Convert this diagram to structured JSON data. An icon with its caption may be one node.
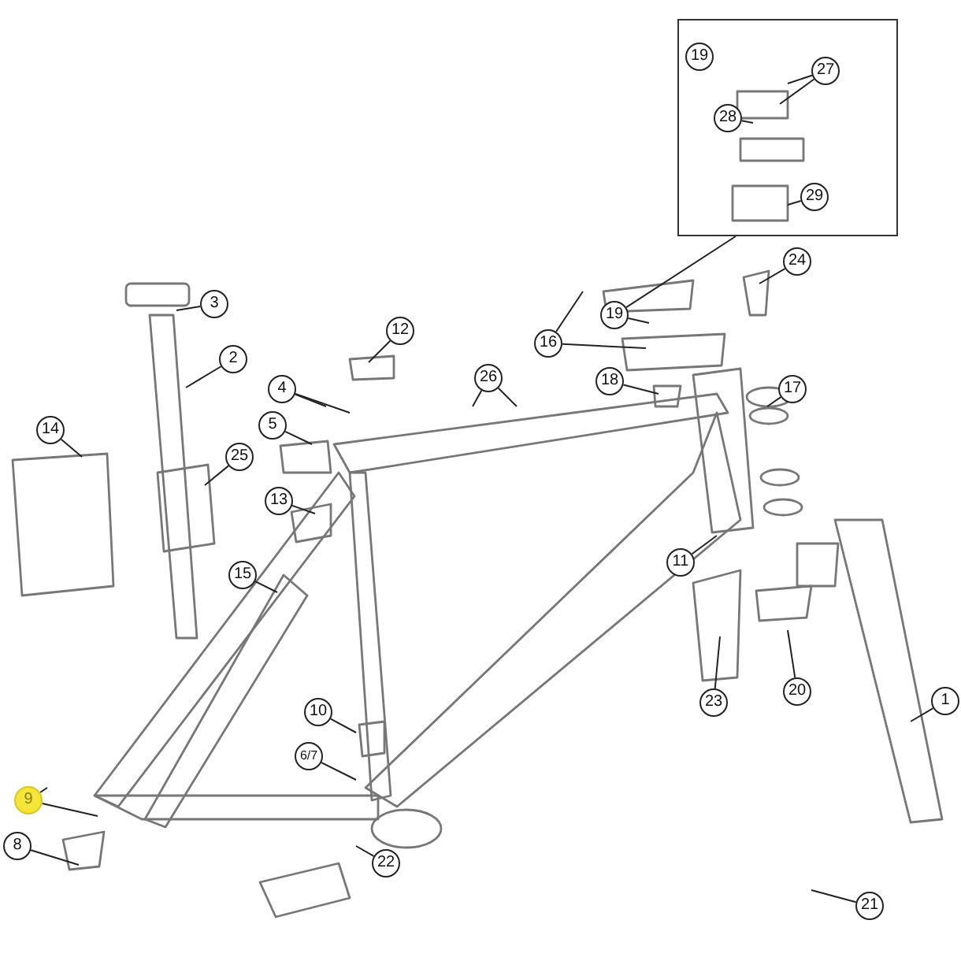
{
  "diagram": {
    "nodes": [
      {
        "text": [],
        "shape": "box"
      },
      {
        "text": [
          "27"
        ],
        "in": 0
      },
      {
        "text": [
          "28"
        ],
        "in": 0
      },
      {
        "text": [
          "29"
        ],
        "in": 0
      },
      {
        "text": [
          "3"
        ]
      },
      {
        "text": [
          "24"
        ]
      },
      {
        "text": [
          "19"
        ]
      },
      {
        "text": [
          "12"
        ]
      },
      {
        "text": [
          "2"
        ]
      },
      {
        "text": [
          "16"
        ]
      },
      {
        "text": [
          "4"
        ]
      },
      {
        "text": [
          "26"
        ]
      },
      {
        "text": [
          "18"
        ]
      },
      {
        "text": [
          "17"
        ]
      },
      {
        "text": [
          "5"
        ]
      },
      {
        "text": [
          "14"
        ]
      },
      {
        "text": [
          "25"
        ]
      },
      {
        "text": [
          "13"
        ]
      },
      {
        "text": [
          "11"
        ]
      },
      {
        "text": [
          "15"
        ]
      },
      {
        "text": [
          "20"
        ]
      },
      {
        "text": [
          "23"
        ]
      },
      {
        "text": [
          "1"
        ]
      },
      {
        "text": [
          "10"
        ]
      },
      {
        "text": [
          "6/7"
        ]
      },
      {
        "text": [
          "9"
        ]
      },
      {
        "text": [
          "8"
        ]
      },
      {
        "text": [
          "22"
        ]
      },
      {
        "text": [
          "21"
        ]
      },
      {
        "text": [
          "19"
        ],
        "in": 0
      }
    ],
    "edges": [
      {
        "from": 1,
        "to": null,
        "arrow": "none"
      },
      {
        "from": 1,
        "to": null,
        "arrow": "none"
      },
      {
        "from": 2,
        "to": null,
        "arrow": "none"
      },
      {
        "from": 3,
        "to": null,
        "arrow": "none"
      },
      {
        "from": 0,
        "to": 6,
        "arrow": "none"
      },
      {
        "from": 4,
        "to": null,
        "arrow": "none"
      },
      {
        "from": 5,
        "to": null,
        "arrow": "none"
      },
      {
        "from": 6,
        "to": null,
        "arrow": "none"
      },
      {
        "from": 7,
        "to": null,
        "arrow": "none"
      },
      {
        "from": 8,
        "to": null,
        "arrow": "none"
      },
      {
        "from": 9,
        "to": null,
        "arrow": "none"
      },
      {
        "from": 9,
        "to": null,
        "arrow": "none"
      },
      {
        "from": 10,
        "to": null,
        "arrow": "none"
      },
      {
        "from": 10,
        "to": null,
        "arrow": "none"
      },
      {
        "from": 11,
        "to": null,
        "arrow": "none"
      },
      {
        "from": 11,
        "to": null,
        "arrow": "none"
      },
      {
        "from": 12,
        "to": null,
        "arrow": "none"
      },
      {
        "from": 13,
        "to": null,
        "arrow": "none"
      },
      {
        "from": 14,
        "to": null,
        "arrow": "none"
      },
      {
        "from": 15,
        "to": null,
        "arrow": "none"
      },
      {
        "from": 16,
        "to": null,
        "arrow": "none"
      },
      {
        "from": 17,
        "to": null,
        "arrow": "none"
      },
      {
        "from": 18,
        "to": null,
        "arrow": "none"
      },
      {
        "from": 19,
        "to": null,
        "arrow": "none"
      },
      {
        "from": 20,
        "to": null,
        "arrow": "none"
      },
      {
        "from": 21,
        "to": null,
        "arrow": "none"
      },
      {
        "from": 22,
        "to": null,
        "arrow": "none"
      },
      {
        "from": 23,
        "to": null,
        "arrow": "none"
      },
      {
        "from": 24,
        "to": null,
        "arrow": "none"
      },
      {
        "from": 25,
        "to": null,
        "arrow": "none"
      },
      {
        "from": 25,
        "to": null,
        "arrow": "none"
      },
      {
        "from": 26,
        "to": null,
        "arrow": "none"
      },
      {
        "from": 27,
        "to": null,
        "arrow": "none"
      },
      {
        "from": 28,
        "to": null,
        "arrow": "none"
      }
    ]
  }
}
